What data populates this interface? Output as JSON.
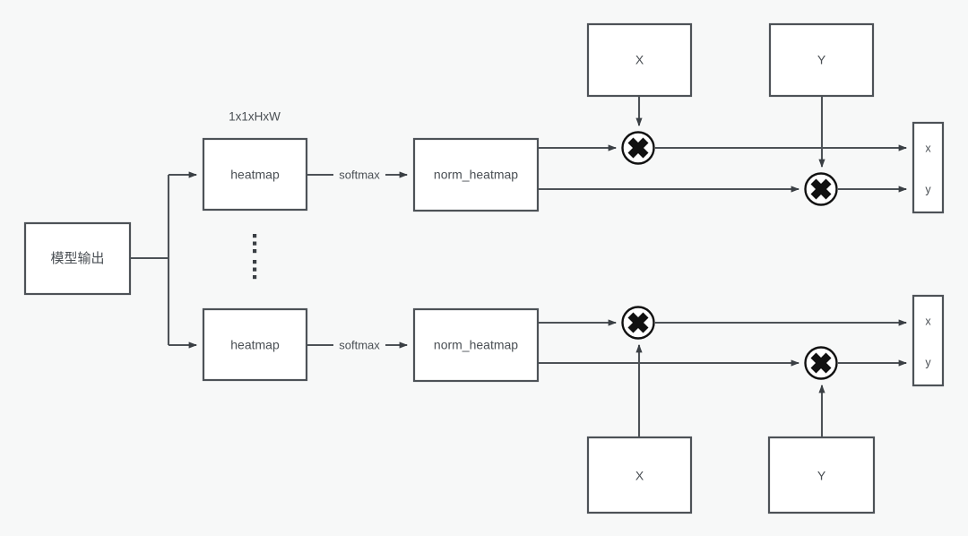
{
  "diagram": {
    "title": "heatmap soft-argmax keypoint decoding pipeline",
    "background_color": "#f7f8f8",
    "stroke_color": "#4d5257",
    "text_color": "#4a4f54",
    "nodes": {
      "model_output": {
        "label": "模型输出"
      },
      "heatmap_top": {
        "label": "heatmap"
      },
      "heatmap_bottom": {
        "label": "heatmap"
      },
      "norm_heatmap_top": {
        "label": "norm_heatmap"
      },
      "norm_heatmap_bottom": {
        "label": "norm_heatmap"
      },
      "x_top": {
        "label": "X"
      },
      "y_top": {
        "label": "Y"
      },
      "x_bottom": {
        "label": "X"
      },
      "y_bottom": {
        "label": "Y"
      },
      "out_top_x": {
        "label": "x"
      },
      "out_top_y": {
        "label": "y"
      },
      "out_bottom_x": {
        "label": "x"
      },
      "out_bottom_y": {
        "label": "y"
      }
    },
    "edge_labels": {
      "softmax_top": "softmax",
      "softmax_bottom": "softmax"
    },
    "annotations": {
      "tensor_shape": "1x1xHxW"
    },
    "operators": {
      "multiply_symbol": "multiply-node",
      "count": 4
    },
    "ellipsis": {
      "symbol": "vertical-ellipsis",
      "groups": 2,
      "dots_per_group": 3
    }
  }
}
